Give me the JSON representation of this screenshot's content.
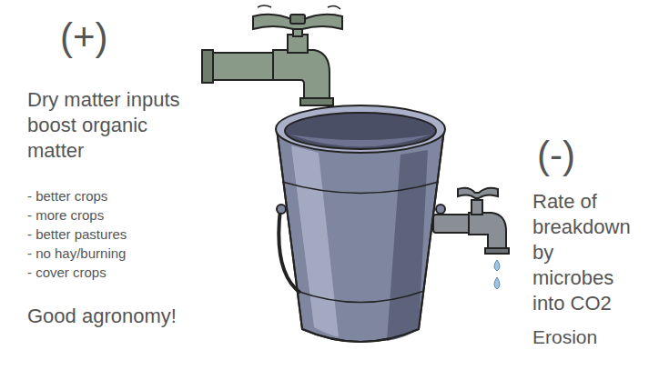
{
  "diagram": {
    "labels": [
      "(+)",
      "Dry matter inputs boost organic matter",
      "- better crops",
      "- more crops",
      "- better pastures",
      "- no hay/burning",
      "- cover crops",
      "Good agronomy!",
      "(-)",
      "Rate of breakdown by microbes into CO2",
      "Erosion"
    ]
  }
}
